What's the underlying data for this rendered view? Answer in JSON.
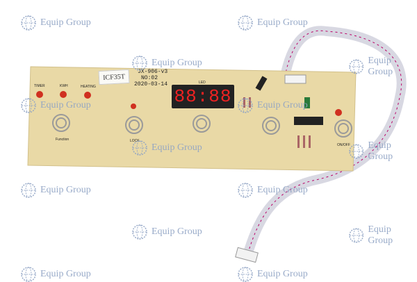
{
  "watermark": {
    "text": "Equip Group",
    "color": "#8fa3c4"
  },
  "board": {
    "sticker": "ICF35T",
    "model": "JX-906-v3",
    "number": "NO:02",
    "date": "2020-03-14",
    "display_label": "LED",
    "display": "88:88",
    "led_labels": [
      "TIMER",
      "KWH",
      "HEATING"
    ],
    "button_labels": [
      "Function",
      "LOCK",
      "ON/OFF"
    ],
    "pcb_color": "#e9d9a6",
    "led_color": "#e02020"
  }
}
